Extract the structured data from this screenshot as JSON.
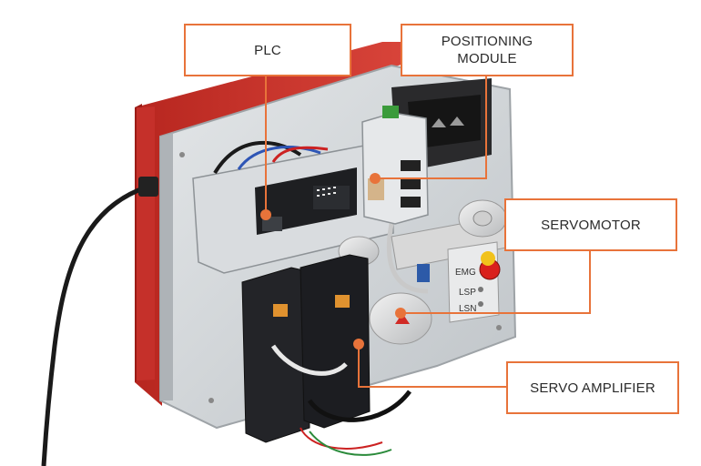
{
  "callouts": {
    "plc": "PLC",
    "positioning_module_line1": "POSITIONING",
    "positioning_module_line2": "MODULE",
    "servomotor": "SERVOMOTOR",
    "servo_amplifier": "SERVO AMPLIFIER"
  },
  "panel_labels": {
    "emg": "EMG",
    "lsp": "LSP",
    "lsn": "LSN"
  },
  "colors": {
    "accent": "#e8733a",
    "case_red": "#d2332f",
    "panel_gray": "#cfd3d6"
  }
}
